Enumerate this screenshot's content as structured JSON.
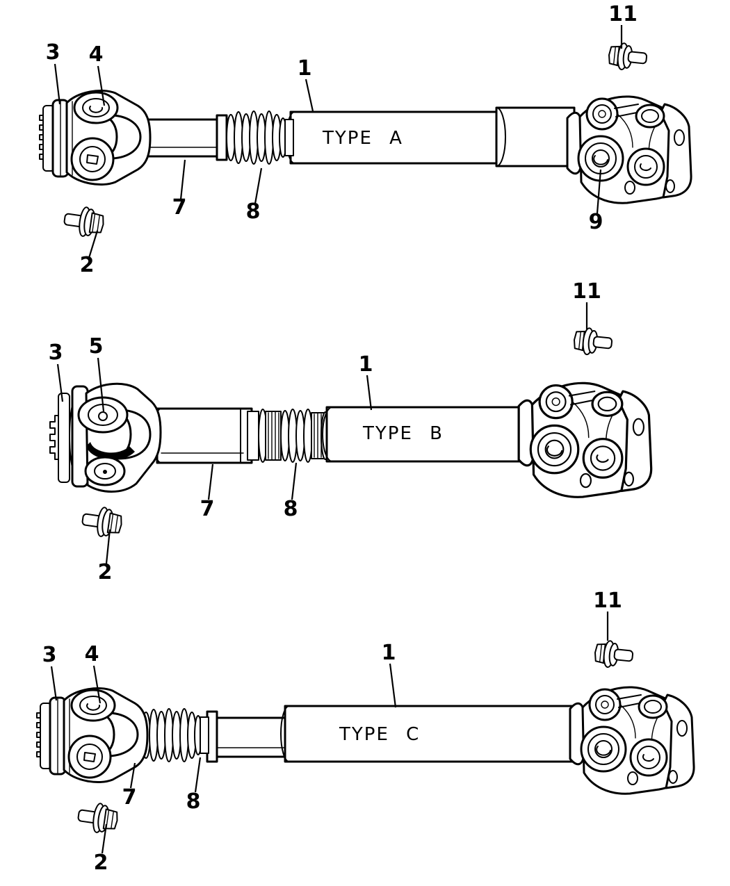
{
  "title": "Propeller shaft types line diagram",
  "colors": {
    "bg": "#ffffff",
    "line": "#000000"
  },
  "shafts": [
    {
      "id": "type-a",
      "label": "TYPE A",
      "callouts": [
        {
          "n": "1"
        },
        {
          "n": "2"
        },
        {
          "n": "3"
        },
        {
          "n": "4"
        },
        {
          "n": "7"
        },
        {
          "n": "8"
        },
        {
          "n": "9"
        },
        {
          "n": "11"
        }
      ]
    },
    {
      "id": "type-b",
      "label": "TYPE B",
      "callouts": [
        {
          "n": "1"
        },
        {
          "n": "2"
        },
        {
          "n": "3"
        },
        {
          "n": "5"
        },
        {
          "n": "7"
        },
        {
          "n": "8"
        },
        {
          "n": "11"
        }
      ]
    },
    {
      "id": "type-c",
      "label": "TYPE C",
      "callouts": [
        {
          "n": "1"
        },
        {
          "n": "2"
        },
        {
          "n": "3"
        },
        {
          "n": "4"
        },
        {
          "n": "7"
        },
        {
          "n": "8"
        },
        {
          "n": "11"
        }
      ]
    }
  ]
}
